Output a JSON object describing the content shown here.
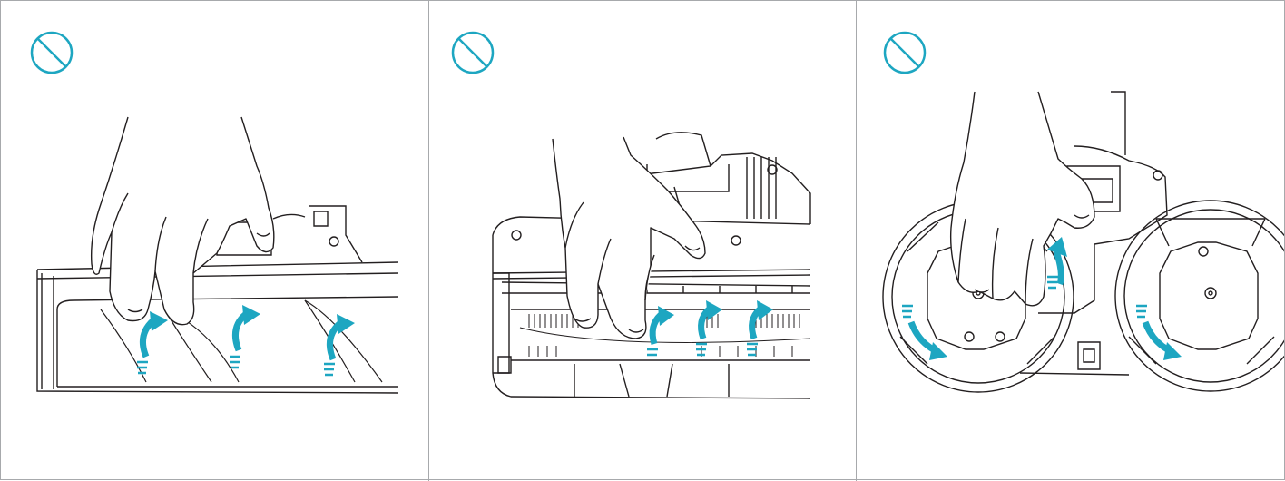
{
  "figure": {
    "panels": [
      {
        "id": "panel-1",
        "icon": "prohibited-icon",
        "subject": "main-brush-roller"
      },
      {
        "id": "panel-2",
        "icon": "prohibited-icon",
        "subject": "bristle-brush-bar"
      },
      {
        "id": "panel-3",
        "icon": "prohibited-icon",
        "subject": "side-mop-discs"
      }
    ],
    "colors": {
      "accent": "#1da6c1",
      "line": "#231f20",
      "frame": "#a7a9ac",
      "background": "#ffffff"
    }
  }
}
